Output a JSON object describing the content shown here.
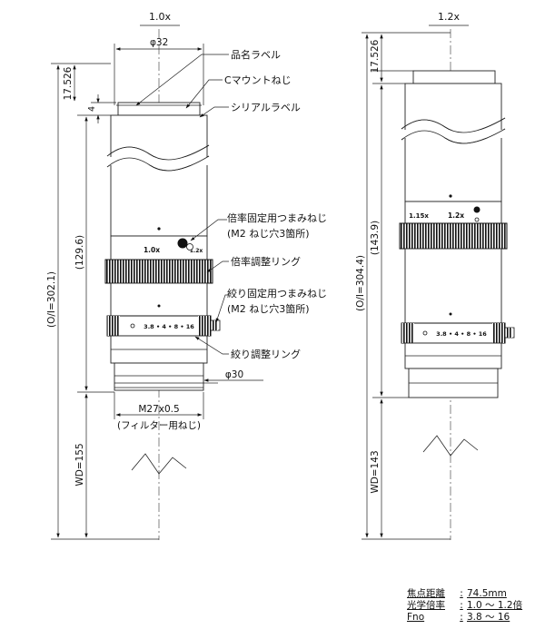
{
  "views": {
    "left": {
      "magnification": "1.0x",
      "top_diameter": "φ32",
      "bottom_diameter": "φ30",
      "dim_top": "17.526",
      "dim_small": "4",
      "dim_body": "(129.6)",
      "dim_oi": "(O/I=302.1)",
      "dim_wd": "WD=155",
      "filter_thread": "M27x0.5",
      "filter_note": "(フィルター用ねじ)",
      "ring_mark_left": "1.0x",
      "ring_mark_right": "1.2x",
      "iris_scale": "3.8 • 4 • 8 • 16"
    },
    "right": {
      "magnification": "1.2x",
      "dim_top": "17.526",
      "dim_body": "(143.9)",
      "dim_oi": "(O/I=304.4)",
      "dim_wd": "WD=143",
      "ring_mark_left": "1.15x",
      "ring_mark_right": "1.2x",
      "iris_scale": "3.8 • 4 • 8 • 16"
    }
  },
  "callouts": {
    "product_label": "品名ラベル",
    "c_mount": "Cマウントねじ",
    "serial_label": "シリアルラベル",
    "mag_lock_1": "倍率固定用つまみねじ",
    "mag_lock_2": "(M2 ねじ穴3箇所)",
    "mag_ring": "倍率調整リング",
    "iris_lock_1": "絞り固定用つまみねじ",
    "iris_lock_2": "(M2 ねじ穴3箇所)",
    "iris_ring": "絞り調整リング"
  },
  "specs": [
    {
      "label": "焦点距離",
      "value": "74.5mm"
    },
    {
      "label": "光学倍率",
      "value": "1.0 ～ 1.2倍"
    },
    {
      "label": "Fno",
      "value": "3.8 ～ 16"
    }
  ]
}
